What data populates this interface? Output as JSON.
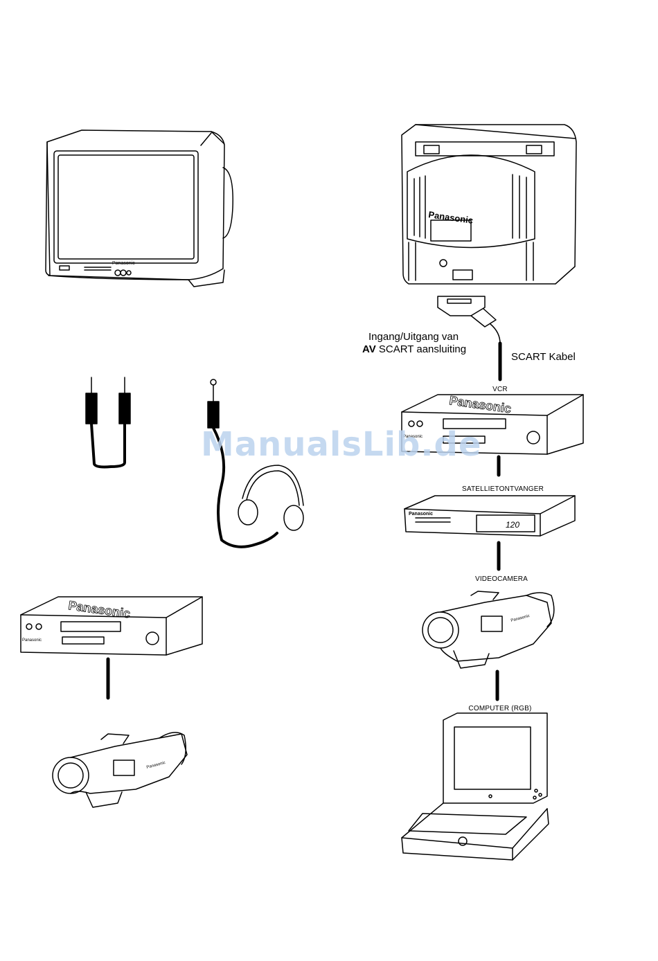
{
  "labels": {
    "io_line1": "Ingang/Uitgang van",
    "io_line2_bold": "AV",
    "io_line2_rest": " SCART aansluiting",
    "scart_cable": "SCART Kabel",
    "vcr": "VCR",
    "satellite": "SATELLIETONTVANGER",
    "videocamera": "VIDEOCAMERA",
    "computer": "COMPUTER (RGB)"
  },
  "device_text": {
    "brand": "Panasonic",
    "satellite_display": "120"
  },
  "watermark": "ManualsLib.de",
  "colors": {
    "line": "#000000",
    "watermark": "#bcd3ee"
  }
}
